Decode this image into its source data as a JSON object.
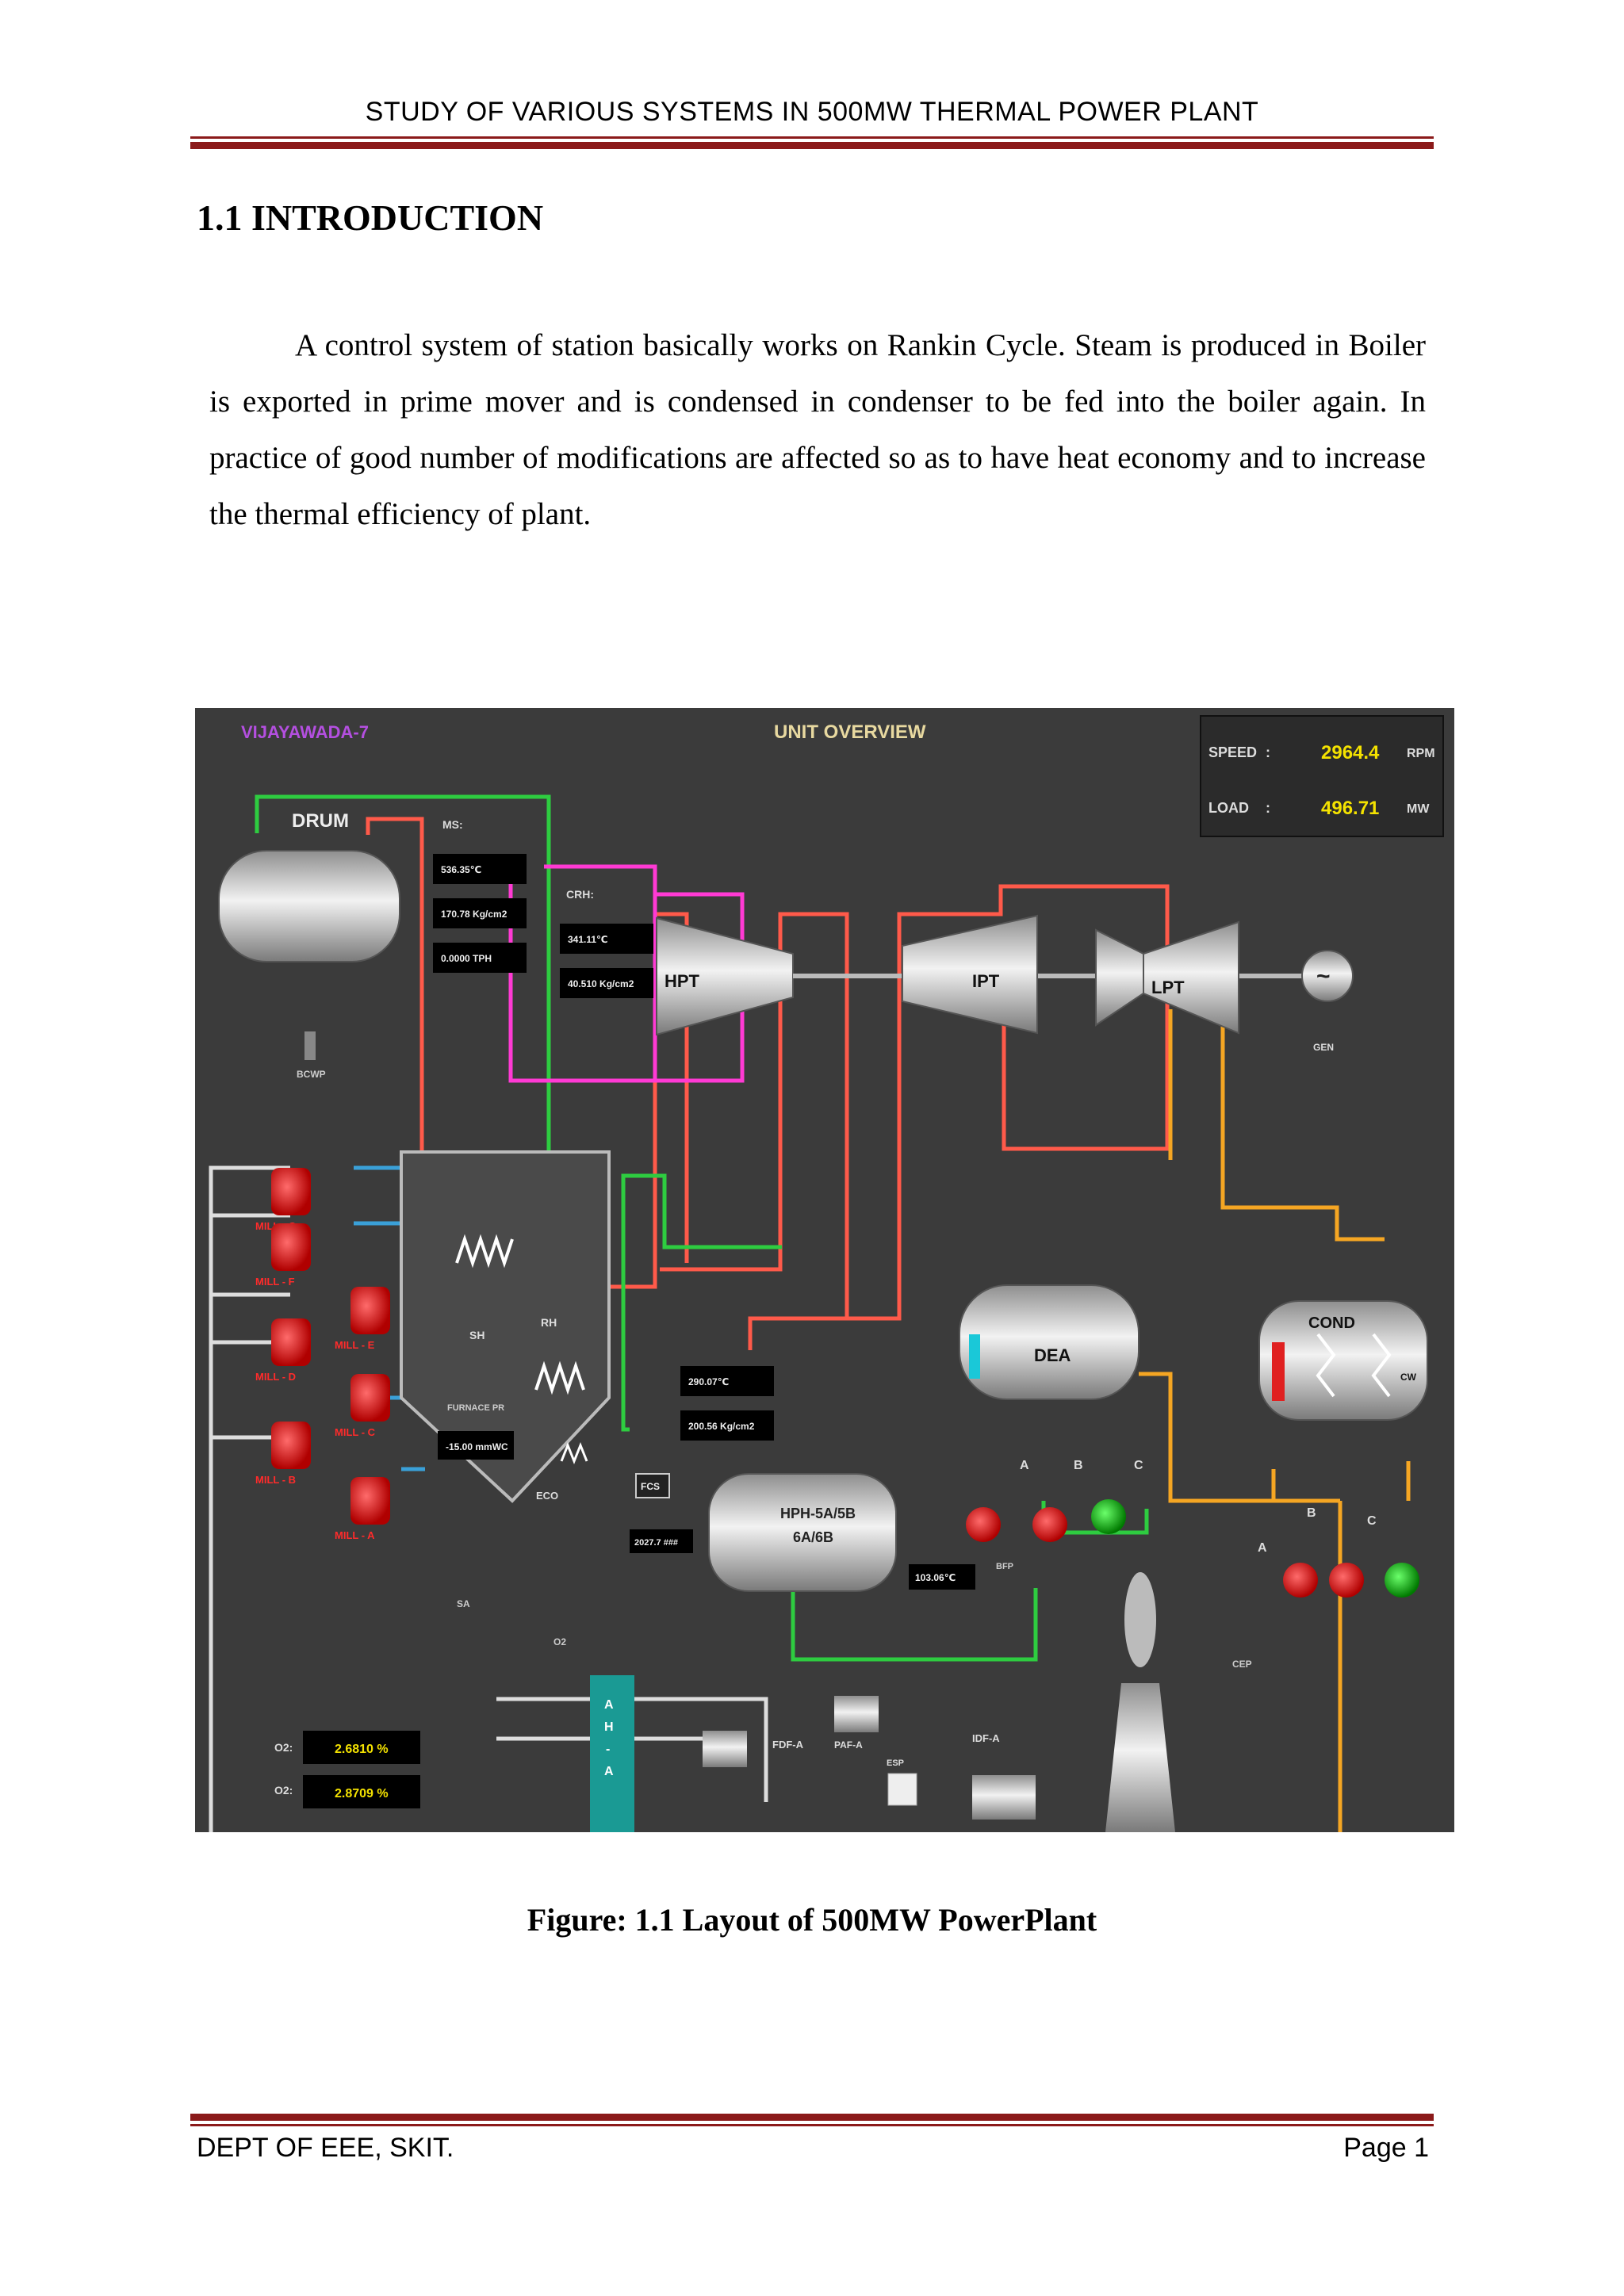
{
  "header": {
    "running_title": "STUDY OF VARIOUS SYSTEMS IN 500MW THERMAL POWER PLANT"
  },
  "section": {
    "heading": "1.1 INTRODUCTION",
    "paragraph": "A control system of station basically works on Rankin Cycle. Steam is produced in Boiler is exported in prime mover and is condensed in condenser to be fed into the boiler again. In practice of good number of modifications are affected so as to have heat economy and to increase the thermal efficiency of plant."
  },
  "figure": {
    "station": "VIJAYAWADA-7",
    "screen_title": "UNIT OVERVIEW",
    "speed": {
      "label": "SPEED",
      "sep": ":",
      "value": "2964.4",
      "unit": "RPM"
    },
    "load": {
      "label": "LOAD",
      "sep": ":",
      "value": "496.71",
      "unit": "MW"
    },
    "labels": {
      "drum": "DRUM",
      "ms": "MS:",
      "crh": "CRH:",
      "bcwp": "BCWP",
      "hpt": "HPT",
      "ipt": "IPT",
      "lpt": "LPT",
      "gen": "GEN",
      "sh": "SH",
      "rh": "RH",
      "eco": "ECO",
      "furnace": "FURNACE PR",
      "sa": "SA",
      "o2": "O2",
      "dea": "DEA",
      "cond": "COND",
      "cw": "CW",
      "hph": "HPH-5A/5B",
      "hph2": "6A/6B",
      "fcs": "FCS",
      "bfp": "BFP",
      "cep": "CEP",
      "esp": "ESP",
      "fdf": "FDF-A",
      "paf": "PAF-A",
      "idf": "IDF-A",
      "bfp_a": "A",
      "bfp_b": "B",
      "bfp_c": "C",
      "cep_a": "A",
      "cep_b": "B",
      "cep_c": "C",
      "ah": "A\nH\n-\nA",
      "o2_row1": "O2:",
      "o2_row2": "O2:",
      "o2_val1": "2.6810 %",
      "o2_val2": "2.8709 %"
    },
    "ms_readings": [
      "536.35℃",
      "170.78 Kg/cm2",
      "0.0000 TPH"
    ],
    "crh_readings": [
      "341.11℃",
      "40.510 Kg/cm2"
    ],
    "mid_readings": [
      "290.07℃",
      "200.56 Kg/cm2"
    ],
    "furnace_reading": "-15.00 mmWC",
    "fcs_reading": "2027.7 ###",
    "hph_reading": "103.06℃",
    "mills": [
      "MILL - G",
      "MILL - F",
      "MILL - E",
      "MILL - D",
      "MILL - C",
      "MILL - B",
      "MILL - A"
    ]
  },
  "caption": "Figure: 1.1 Layout of 500MW PowerPlant",
  "footer": {
    "dept": "DEPT OF EEE, SKIT.",
    "page": "Page 1"
  }
}
